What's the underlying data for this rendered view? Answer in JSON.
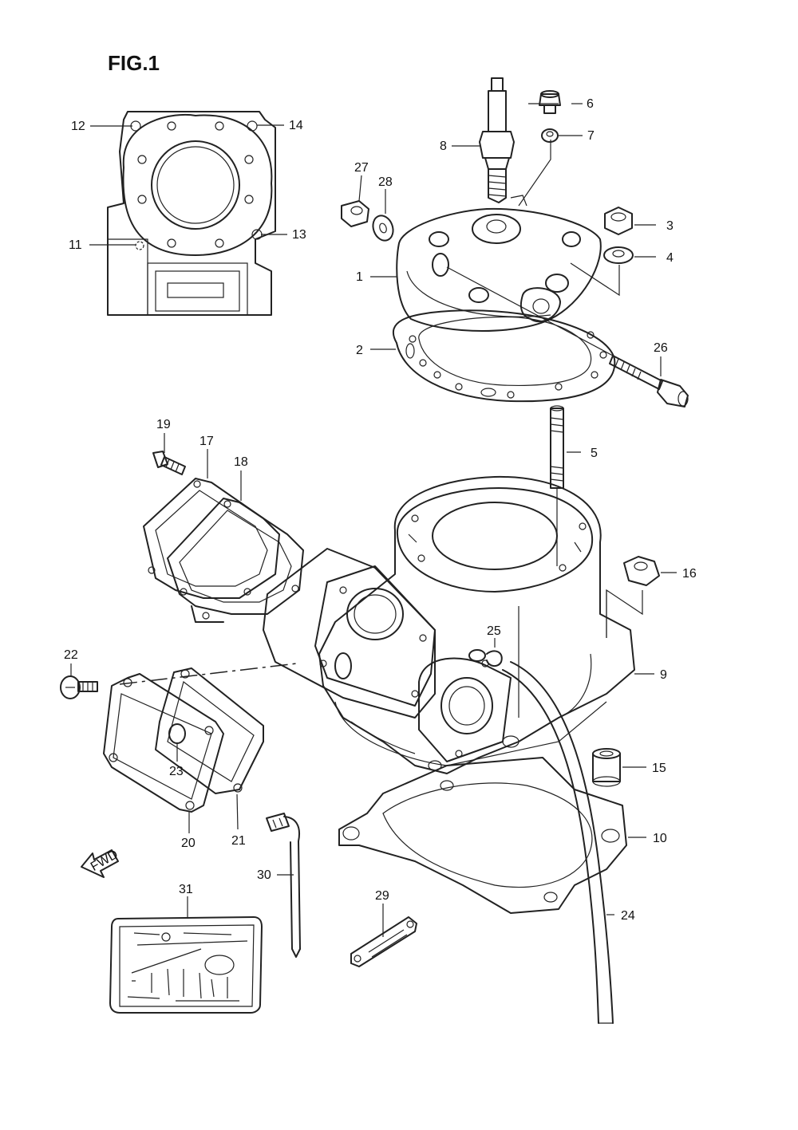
{
  "figure": {
    "title": "FIG.1"
  },
  "callouts": [
    {
      "id": "c1",
      "number": "1"
    },
    {
      "id": "c2",
      "number": "2"
    },
    {
      "id": "c3",
      "number": "3"
    },
    {
      "id": "c4",
      "number": "4"
    },
    {
      "id": "c5",
      "number": "5"
    },
    {
      "id": "c6",
      "number": "6"
    },
    {
      "id": "c7",
      "number": "7"
    },
    {
      "id": "c8",
      "number": "8"
    },
    {
      "id": "c9",
      "number": "9"
    },
    {
      "id": "c10",
      "number": "10"
    },
    {
      "id": "c11",
      "number": "11"
    },
    {
      "id": "c12",
      "number": "12"
    },
    {
      "id": "c13",
      "number": "13"
    },
    {
      "id": "c14",
      "number": "14"
    },
    {
      "id": "c15",
      "number": "15"
    },
    {
      "id": "c16",
      "number": "16"
    },
    {
      "id": "c17",
      "number": "17"
    },
    {
      "id": "c18",
      "number": "18"
    },
    {
      "id": "c19",
      "number": "19"
    },
    {
      "id": "c20",
      "number": "20"
    },
    {
      "id": "c21",
      "number": "21"
    },
    {
      "id": "c22",
      "number": "22"
    },
    {
      "id": "c23",
      "number": "23"
    },
    {
      "id": "c24",
      "number": "24"
    },
    {
      "id": "c25",
      "number": "25"
    },
    {
      "id": "c26",
      "number": "26"
    },
    {
      "id": "c27",
      "number": "27"
    },
    {
      "id": "c28",
      "number": "28"
    },
    {
      "id": "c29",
      "number": "29"
    },
    {
      "id": "c30",
      "number": "30"
    },
    {
      "id": "c31",
      "number": "31"
    }
  ],
  "fwd_arrow": {
    "label": "FWD"
  }
}
